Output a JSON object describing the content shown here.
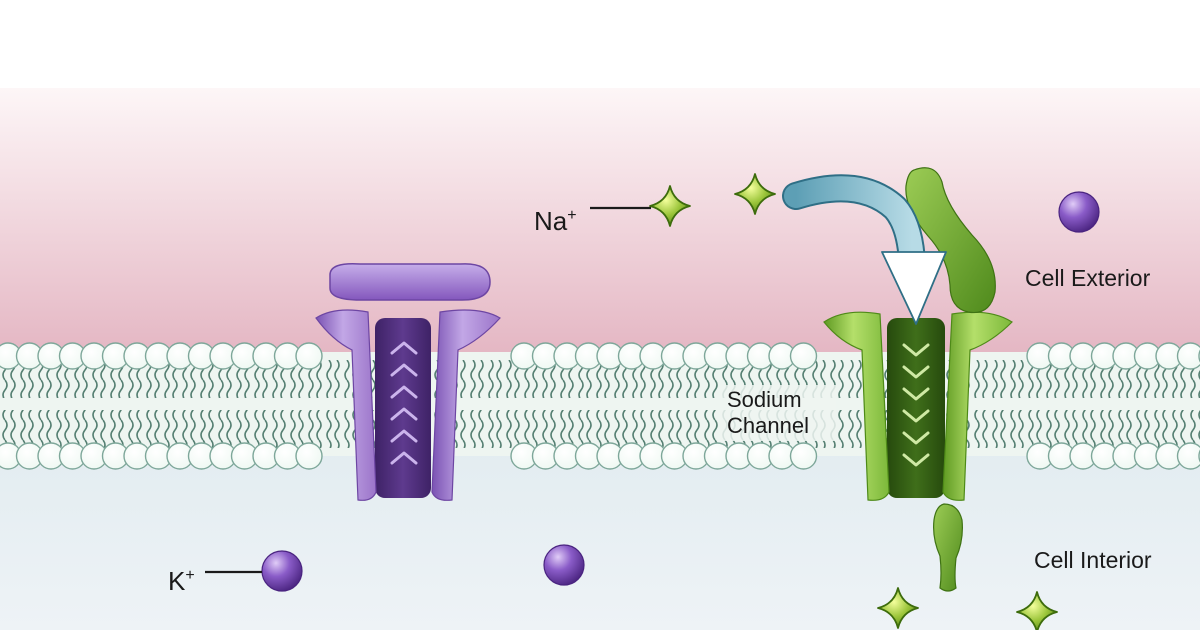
{
  "labels": {
    "na_symbol": "Na",
    "na_charge": "+",
    "k_symbol": "K",
    "k_charge": "+",
    "cell_exterior": "Cell Exterior",
    "cell_interior": "Cell Interior",
    "channel_line1": "Sodium",
    "channel_line2": "Channel"
  },
  "colors": {
    "exterior_top": "#fdf6f7",
    "exterior_bottom": "#e4b6c3",
    "interior": "#dde9ee",
    "lipid_head": "#eef8f2",
    "lipid_outline": "#7ea79a",
    "lipid_tail": "#557f72",
    "potassium_channel": "#9b74c9",
    "potassium_channel_dark": "#5e3a8e",
    "sodium_channel": "#7cb83a",
    "sodium_channel_dark": "#3f6e1a",
    "sodium_ion": "#9bc53a",
    "potassium_ion": "#8a5cc8",
    "arrow": "#5d9fb5"
  },
  "icons": {
    "sodium_ion": "green-diamond-ion-icon",
    "potassium_ion": "purple-sphere-ion-icon",
    "flow_arrow": "curved-arrow-icon"
  }
}
